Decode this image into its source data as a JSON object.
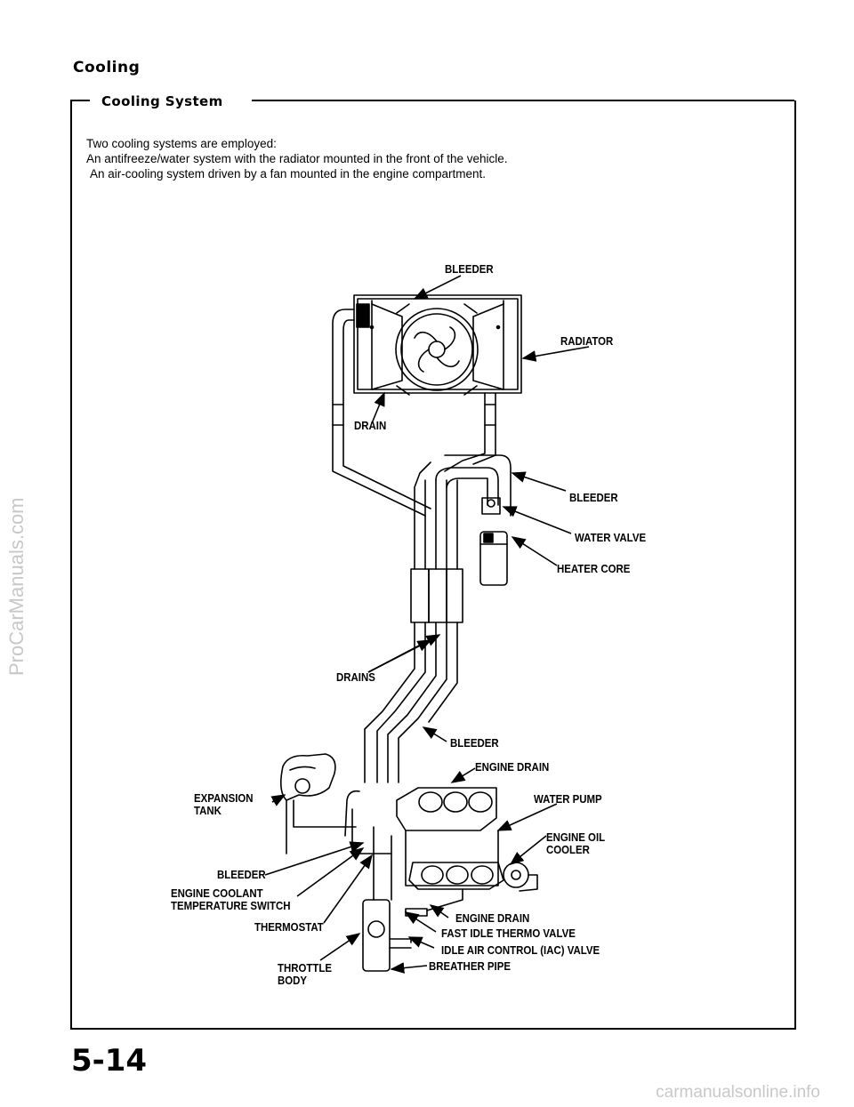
{
  "header": {
    "section": "Cooling",
    "subsection": "Cooling System"
  },
  "intro": {
    "line1": "Two cooling systems are employed:",
    "line2": "An antifreeze/water system with the radiator mounted in the front of the vehicle.",
    "line3": "An air-cooling system driven by a fan mounted in the engine compartment."
  },
  "labels": {
    "bleeder_top": "BLEEDER",
    "radiator": "RADIATOR",
    "drain": "DRAIN",
    "bleeder_heater": "BLEEDER",
    "water_valve": "WATER VALVE",
    "heater_core": "HEATER CORE",
    "drains": "DRAINS",
    "bleeder_mid": "BLEEDER",
    "engine_drain_top": "ENGINE DRAIN",
    "expansion_tank_1": "EXPANSION",
    "expansion_tank_2": "TANK",
    "water_pump": "WATER PUMP",
    "engine_oil_cooler_1": "ENGINE OIL",
    "engine_oil_cooler_2": "COOLER",
    "bleeder_low": "BLEEDER",
    "ect_switch_1": "ENGINE COOLANT",
    "ect_switch_2": "TEMPERATURE SWITCH",
    "engine_drain_low": "ENGINE DRAIN",
    "thermostat": "THERMOSTAT",
    "fast_idle": "FAST IDLE THERMO VALVE",
    "iac_valve": "IDLE AIR CONTROL (IAC) VALVE",
    "throttle_body_1": "THROTTLE",
    "throttle_body_2": "BODY",
    "breather_pipe": "BREATHER PIPE"
  },
  "page_number": "5-14",
  "watermarks": {
    "side": "ProCarManuals.com",
    "bottom": "carmanualsonline.info"
  }
}
